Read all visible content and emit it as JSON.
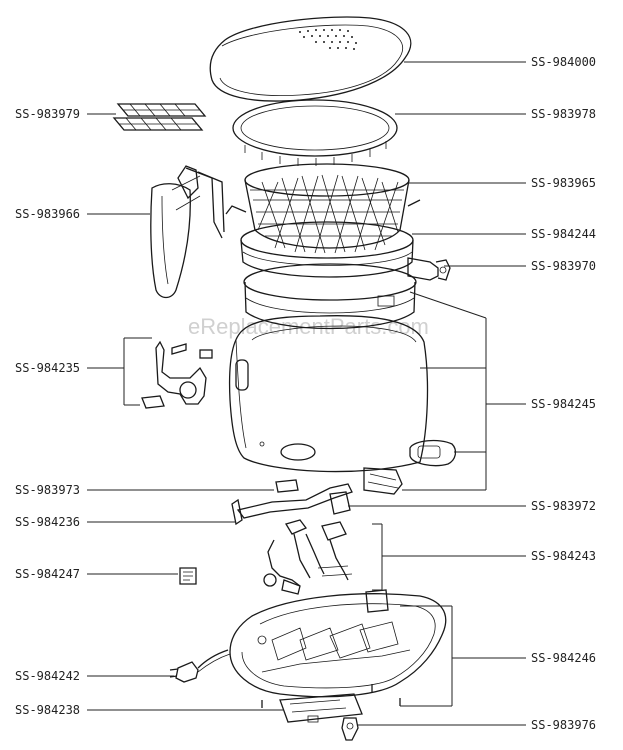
{
  "watermark": "eReplacementParts.com",
  "labels": {
    "l984000": "SS-984000",
    "l983979": "SS-983979",
    "l983978": "SS-983978",
    "l983965": "SS-983965",
    "l983966": "SS-983966",
    "l984244": "SS-984244",
    "l983970": "SS-983970",
    "l984235": "SS-984235",
    "l984245": "SS-984245",
    "l983973": "SS-983973",
    "l983972": "SS-983972",
    "l984236": "SS-984236",
    "l984243": "SS-984243",
    "l984247": "SS-984247",
    "l984246": "SS-984246",
    "l984242": "SS-984242",
    "l984238": "SS-984238",
    "l983976": "SS-983976"
  }
}
